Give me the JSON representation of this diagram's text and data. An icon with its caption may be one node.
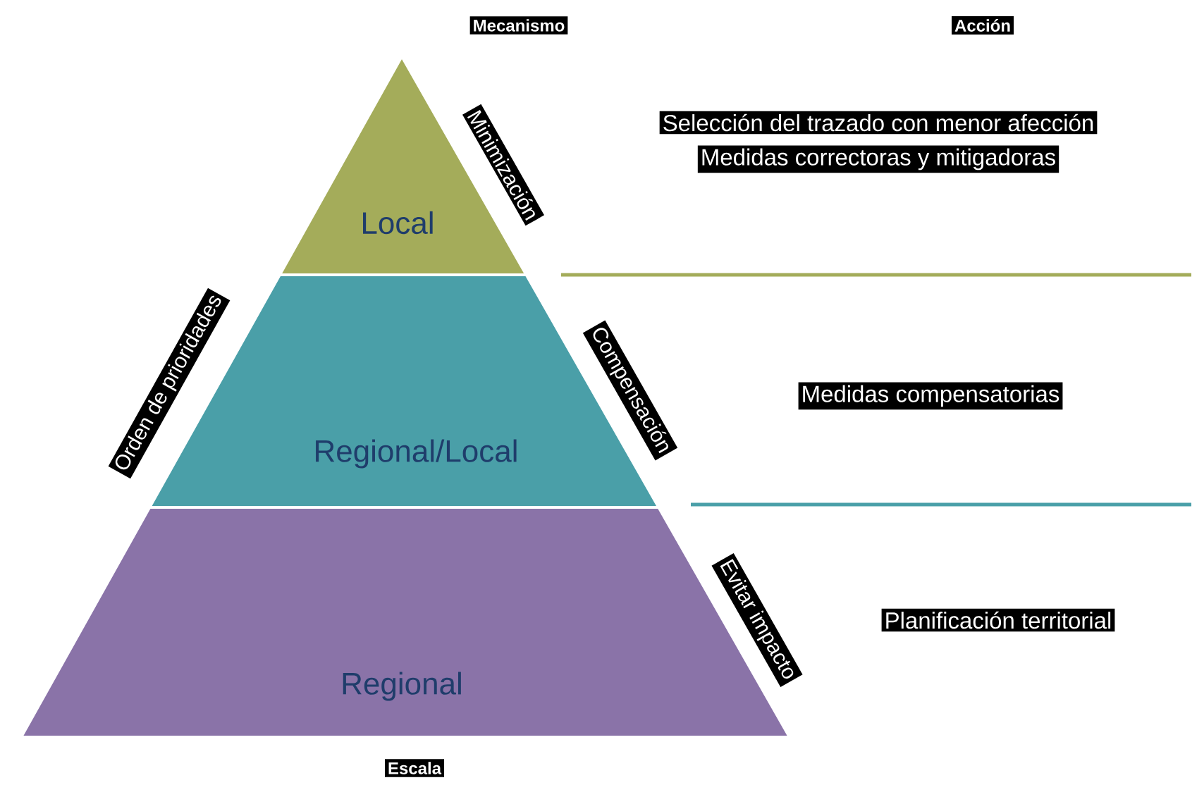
{
  "diagram": {
    "nodes": [
      {
        "text": [
          "Local"
        ],
        "beside": [
          "Minimización"
        ]
      },
      {
        "text": [
          "Regional/Local"
        ],
        "beside": [
          "Compensación"
        ]
      },
      {
        "text": [
          "Regional"
        ],
        "beside": [
          "Evitar impacto"
        ]
      }
    ],
    "labels": [
      "Mecanismo",
      "Acción",
      "Selección del trazado con menor afección",
      "Medidas correctoras y mitigadoras",
      "Orden de prioridades",
      "Medidas compensatorias",
      "Planificación territorial",
      "Escala"
    ]
  }
}
